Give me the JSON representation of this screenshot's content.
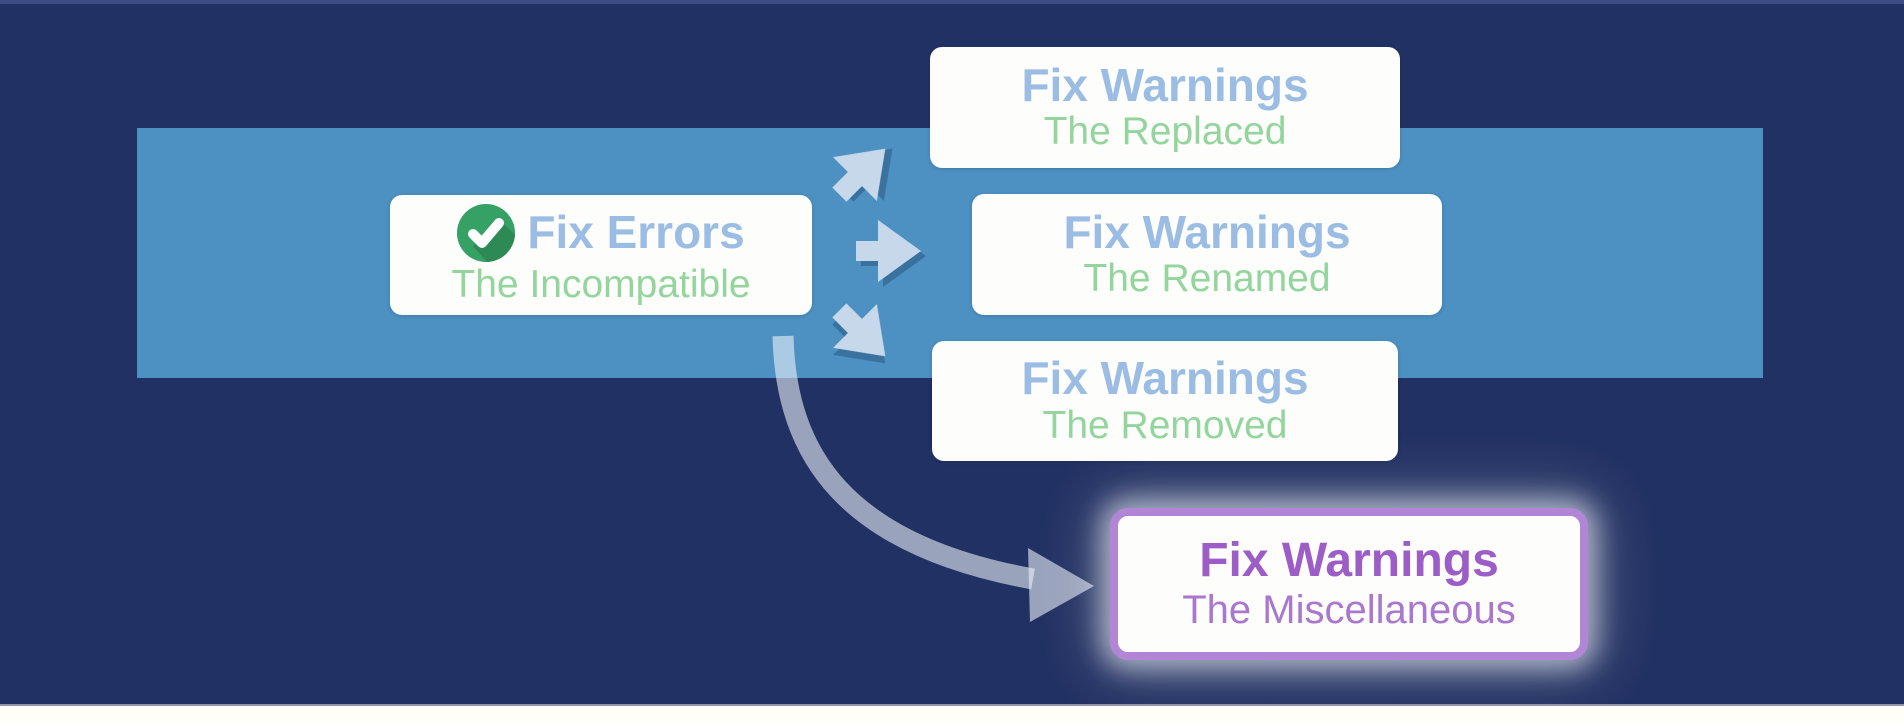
{
  "diagram": {
    "source_card": {
      "icon": "check-circle-icon",
      "title": "Fix Errors",
      "subtitle": "The Incompatible"
    },
    "target_cards": [
      {
        "title": "Fix Warnings",
        "subtitle": "The Replaced"
      },
      {
        "title": "Fix Warnings",
        "subtitle": "The Renamed"
      },
      {
        "title": "Fix Warnings",
        "subtitle": "The Removed"
      }
    ],
    "highlight_card": {
      "title": "Fix Warnings",
      "subtitle": "The Miscellaneous"
    },
    "icons": [
      "check-circle-icon",
      "arrow-up-right-icon",
      "arrow-right-icon",
      "arrow-down-right-icon",
      "curved-arrow-icon"
    ],
    "colors": {
      "background": "#223163",
      "band": "#4c91c2",
      "card_background": "#fdfdfb",
      "title_blue": "#9cbde3",
      "subtitle_green": "#93d59d",
      "check_green": "#35a164",
      "check_green_shadow": "#2d8a55",
      "block_arrow": "#c6d8ea",
      "curved_arrow_gray": "#99a3bf",
      "highlight_border_purple": "#b285d6",
      "highlight_title_purple": "#9c5ec6",
      "highlight_subtitle_purple": "#a978ce"
    }
  }
}
